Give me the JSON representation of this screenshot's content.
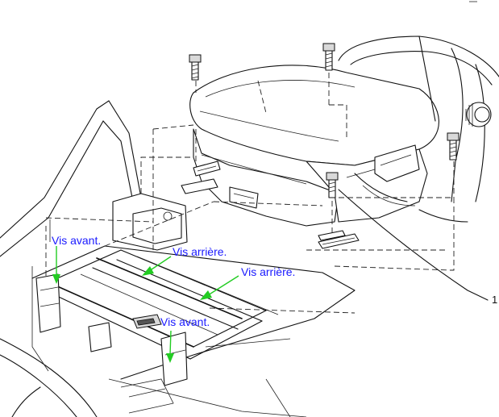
{
  "labels": {
    "vis_avant_left": "Vis avant.",
    "vis_arriere_upper": "Vis arrière.",
    "vis_arriere_right": "Vis arrière.",
    "vis_avant_bottom": "Vis avant."
  },
  "callout": {
    "number": "1"
  },
  "colors": {
    "label_text": "#1a1aff",
    "arrow": "#22cc22",
    "line_art": "#111111",
    "background": "#ffffff"
  },
  "icons": {
    "bolt": "screw-bolt-icon",
    "arrow": "green-pointer-arrow"
  }
}
